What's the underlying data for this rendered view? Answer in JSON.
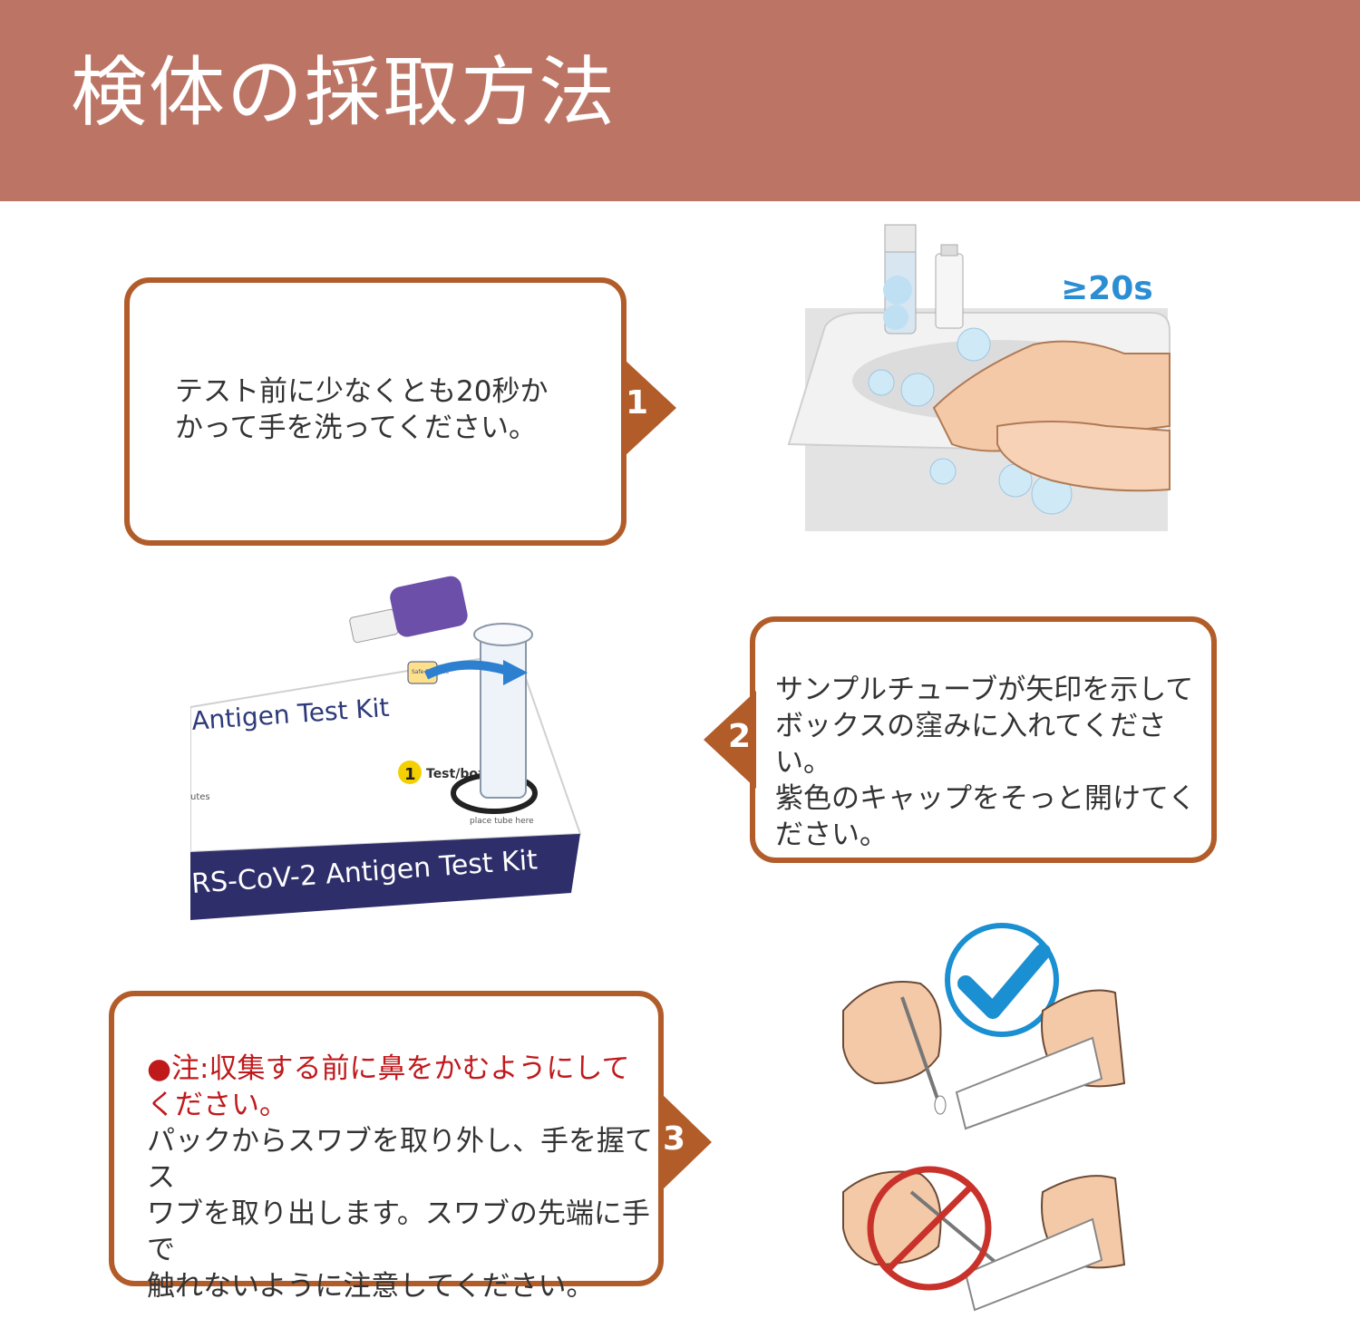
{
  "header": {
    "title": "検体の採取方法"
  },
  "step1": {
    "number": "1",
    "lines": [
      "テスト前に少なくとも20秒か",
      "かって手を洗ってください。"
    ]
  },
  "step2": {
    "number": "2",
    "lines": [
      "サンプルチューブが矢印を示して",
      "ボックスの窪みに入れてください。",
      "紫色のキャップをそっと開けてく",
      "ださい。"
    ]
  },
  "step3": {
    "number": "3",
    "warning_lines": [
      "●注:収集する前に鼻をかむようにして",
      "ください。"
    ],
    "lines": [
      "パックからスワブを取り外し、手を握てス",
      "ワブを取り出します。スワブの先端に手で",
      "触れないように注意してください。"
    ]
  },
  "illustrations": {
    "timer_label": "≥20s",
    "kit_label_top": "Antigen Test Kit",
    "kit_label_bottom": "RS-CoV-2 Antigen Test Kit",
    "kit_badge": "1",
    "kit_badge_text": "Test/box",
    "kit_tube_text": "place tube here",
    "kit_side_text": "utes",
    "kit_seal_text": "Safe Effective"
  },
  "colors": {
    "header": "#bc7565",
    "frame": "#b15c29",
    "warning": "#c0191c",
    "check": "#1a8fd1",
    "prohibit": "#c8322a"
  }
}
